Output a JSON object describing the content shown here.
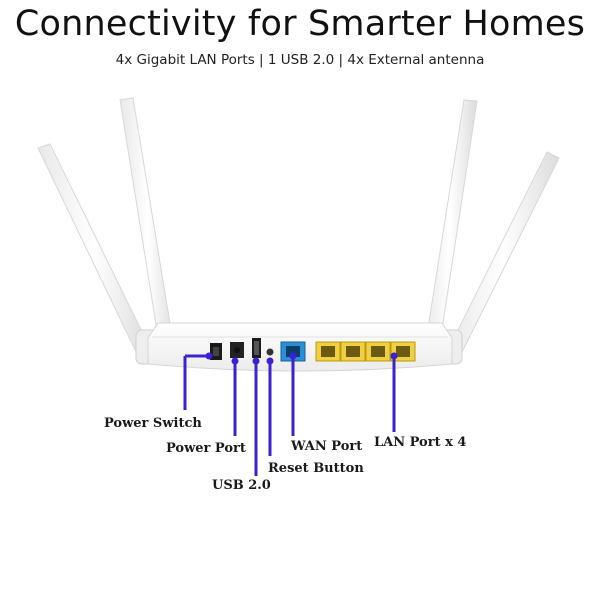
{
  "header": {
    "title": "Connectivity for Smarter Homes",
    "subtitle": "4x Gigabit LAN Ports | 1 USB 2.0 | 4x External antenna"
  },
  "callouts": {
    "power_switch": "Power Switch",
    "power_port": "Power Port",
    "usb": "USB 2.0",
    "reset_button": "Reset Button",
    "wan_port": "WAN Port",
    "lan_port": "LAN Port x 4"
  },
  "colors": {
    "callout_line": "#3a22d4",
    "wan_port": "#2a8fd8",
    "lan_port": "#f0d040",
    "router_body": "#f7f7f7"
  }
}
